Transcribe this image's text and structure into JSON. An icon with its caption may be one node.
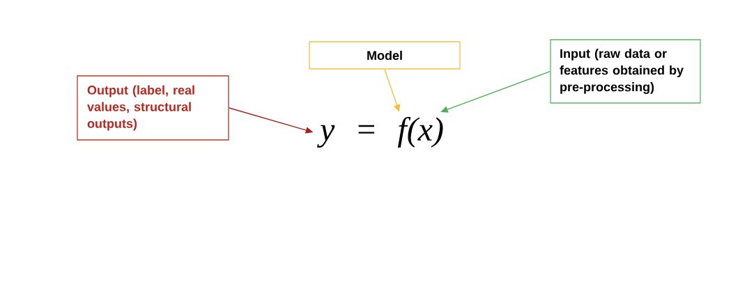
{
  "diagram": {
    "nodes": [
      {
        "text": [
          "Output (label, real values, structural outputs)"
        ]
      },
      {
        "text": [
          "Model"
        ]
      },
      {
        "text": [
          "Input (raw data or features obtained by pre-processing)"
        ]
      },
      {
        "text": [
          "y = f(x)"
        ]
      }
    ],
    "edges": [
      {
        "from": 0,
        "to": 3,
        "arrow": "to",
        "color": "#a8201a"
      },
      {
        "from": 1,
        "to": 3,
        "arrow": "to",
        "color": "#f2c037"
      },
      {
        "from": 2,
        "to": 3,
        "arrow": "to",
        "color": "#4caf50"
      }
    ]
  }
}
